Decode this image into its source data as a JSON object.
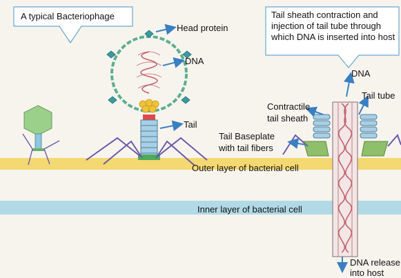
{
  "callouts": {
    "left": "A typical Bacteriophage",
    "right_line1": "Tail sheath contraction and",
    "right_line2": "injection of tail tube through",
    "right_line3": "which DNA is inserted into host"
  },
  "labels": {
    "head_protein": "Head protein",
    "dna_head": "DNA",
    "tail": "Tail",
    "dna_right": "DNA",
    "contractile_line1": "Contractile",
    "contractile_line2": "tail sheath",
    "tail_tube": "Tail tube",
    "baseplate_line1": "Tail Baseplate",
    "baseplate_line2": "with tail fibers",
    "outer_layer": "Outer layer of bacterial cell",
    "inner_layer": "Inner layer of bacterial cell",
    "release_line1": "DNA release",
    "release_line2": "into host"
  },
  "colors": {
    "outer_membrane": "#f3d25a",
    "inner_membrane": "#9fd3e3",
    "arrow": "#3a7fc2",
    "capsomer": "#5fae8f",
    "dna": "#c0606a",
    "fiber": "#6a5aa8",
    "baseplate": "#8fbf6a"
  }
}
